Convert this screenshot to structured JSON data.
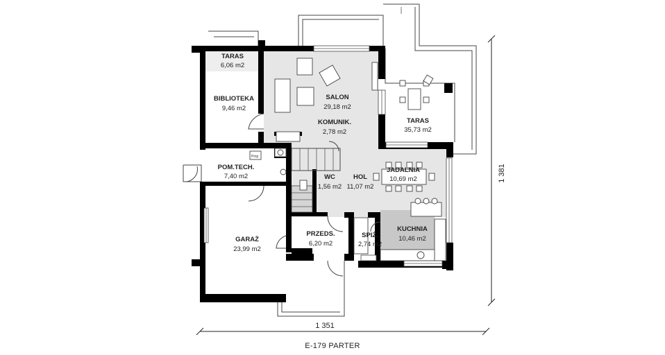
{
  "plan": {
    "caption": "E-179 PARTER",
    "width_dimension": "1 351",
    "height_dimension": "1 381"
  },
  "rooms": {
    "taras_small": {
      "name": "TARAS",
      "area": "6,06 m2"
    },
    "biblioteka": {
      "name": "BIBLIOTEKA",
      "area": "9,46 m2"
    },
    "salon": {
      "name": "SALON",
      "area": "29,18 m2"
    },
    "komunik": {
      "name": "KOMUNIK.",
      "area": "2,78 m2"
    },
    "taras_large": {
      "name": "TARAS",
      "area": "35,73 m2"
    },
    "pom_tech": {
      "name": "POM.TECH.",
      "area": "7,40 m2"
    },
    "wc": {
      "name": "WC",
      "area": "1,56 m2"
    },
    "hol": {
      "name": "HOL",
      "area": "11,07 m2"
    },
    "jadalnia": {
      "name": "JADALNIA",
      "area": "10,69 m2"
    },
    "garaz": {
      "name": "GARAŻ",
      "area": "23,99 m2"
    },
    "przeds": {
      "name": "PRZEDS.",
      "area": "6,20 m2"
    },
    "spiz": {
      "name": "SPIŻ.",
      "area": "2,74 m2"
    },
    "kuchnia": {
      "name": "KUCHNIA",
      "area": "10,46 m2"
    }
  },
  "appliance_label": "Pmp",
  "colors": {
    "wall": "#000000",
    "kitchen_fill": "#c8c8c8",
    "salon_fill": "#e6e6e6",
    "line": "#444444"
  }
}
